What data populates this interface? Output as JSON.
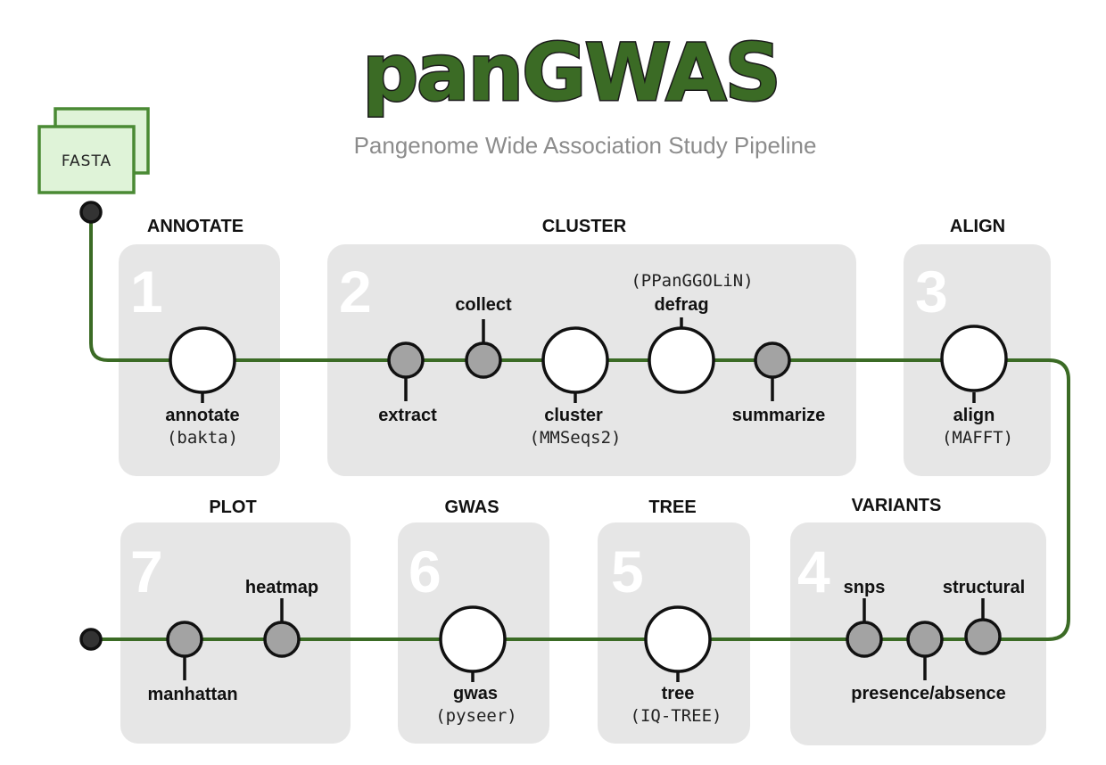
{
  "title": "panGWAS",
  "subtitle": "Pangenome Wide Association Study Pipeline",
  "input_label": "FASTA",
  "colors": {
    "track": "#3b6b25",
    "title_fill": "#3b6b25",
    "panel": "#e6e6e6",
    "fasta_fill": "#dff3d8",
    "fasta_stroke": "#4a8a34",
    "small_node": "#a3a3a3"
  },
  "stages": [
    {
      "number": "1",
      "label": "ANNOTATE"
    },
    {
      "number": "2",
      "label": "CLUSTER"
    },
    {
      "number": "3",
      "label": "ALIGN"
    },
    {
      "number": "4",
      "label": "VARIANTS"
    },
    {
      "number": "5",
      "label": "TREE"
    },
    {
      "number": "6",
      "label": "GWAS"
    },
    {
      "number": "7",
      "label": "PLOT"
    }
  ],
  "processes": {
    "annotate": {
      "label": "annotate",
      "tool": "(bakta)"
    },
    "extract": {
      "label": "extract"
    },
    "collect": {
      "label": "collect"
    },
    "cluster": {
      "label": "cluster",
      "tool": "(MMSeqs2)"
    },
    "defrag": {
      "label": "defrag",
      "tool": "(PPanGGOLiN)"
    },
    "summarize": {
      "label": "summarize"
    },
    "align": {
      "label": "align",
      "tool": "(MAFFT)"
    },
    "snps": {
      "label": "snps"
    },
    "presence_absence": {
      "label": "presence/absence"
    },
    "structural": {
      "label": "structural"
    },
    "tree": {
      "label": "tree",
      "tool": "(IQ-TREE)"
    },
    "gwas": {
      "label": "gwas",
      "tool": "(pyseer)"
    },
    "heatmap": {
      "label": "heatmap"
    },
    "manhattan": {
      "label": "manhattan"
    }
  }
}
